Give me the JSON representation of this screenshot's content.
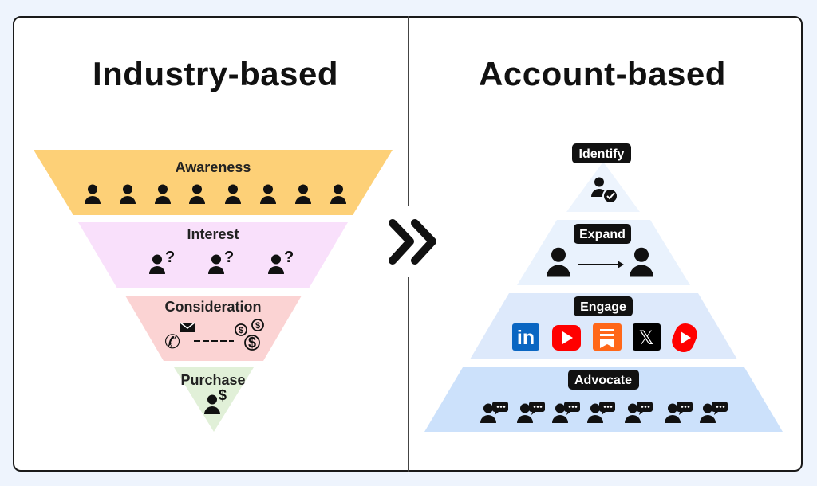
{
  "left": {
    "title": "Industry-based",
    "stages": [
      {
        "label": "Awareness",
        "color": "#fdd077"
      },
      {
        "label": "Interest",
        "color": "#f9e0fb"
      },
      {
        "label": "Consideration",
        "color": "#fbd3d3"
      },
      {
        "label": "Purchase",
        "color": "#e1f0d8"
      }
    ]
  },
  "right": {
    "title": "Account-based",
    "stages": [
      {
        "label": "Identify",
        "color": "#edf4fd"
      },
      {
        "label": "Expand",
        "color": "#e9f2fd"
      },
      {
        "label": "Engage",
        "color": "#dde9fb"
      },
      {
        "label": "Advocate",
        "color": "#cce1fb"
      }
    ],
    "engage_icons": [
      "linkedin-icon",
      "youtube-icon",
      "substack-icon",
      "x-icon",
      "youtube-shorts-icon"
    ]
  },
  "colors": {
    "ink": "#111111",
    "linkedin": "#0a66c2",
    "youtube": "#ff0000",
    "substack": "#ff6719",
    "x": "#000000"
  }
}
